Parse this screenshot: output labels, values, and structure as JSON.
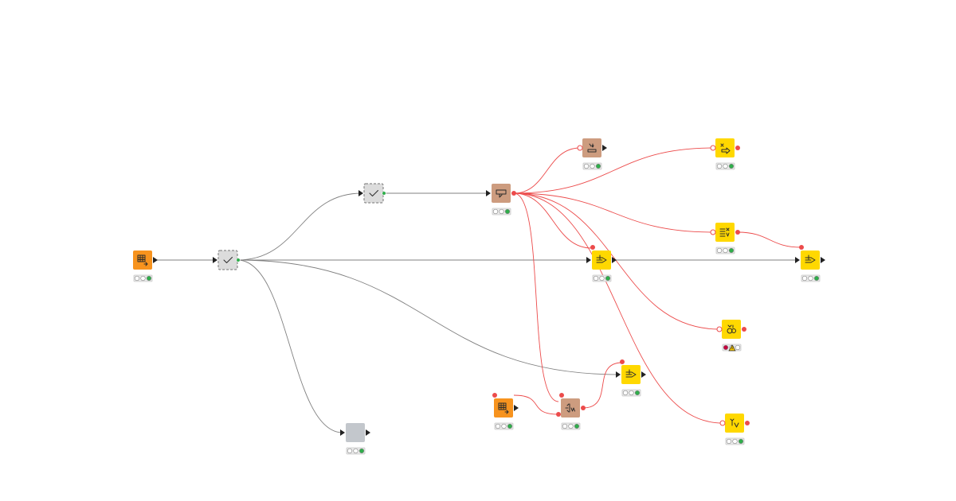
{
  "workflow": {
    "colors": {
      "source": "#f7931e",
      "manipulator": "#cd9c7f",
      "predictor": "#ffd800",
      "metanode": "#dcdcdc",
      "component": "#c3c7cc",
      "data_connection": "#808080",
      "model_connection": "#ec4b4b",
      "status_ok": "#2fae4b",
      "status_error": "#c5003e",
      "warning": "#f3c300"
    },
    "nodes": [
      {
        "id": "source-a",
        "kind": "source",
        "icon": "table-creator-icon",
        "status": "executed"
      },
      {
        "id": "metanode-a",
        "kind": "metanode",
        "icon": "checkmark-icon",
        "status": "none"
      },
      {
        "id": "metanode-b",
        "kind": "metanode",
        "icon": "checkmark-icon",
        "status": "none"
      },
      {
        "id": "component-a",
        "kind": "component",
        "icon": "blank-icon",
        "status": "executed"
      },
      {
        "id": "learner",
        "kind": "manipulator",
        "icon": "learner-icon",
        "status": "executed"
      },
      {
        "id": "writer",
        "kind": "manipulator",
        "icon": "model-writer-icon",
        "status": "executed"
      },
      {
        "id": "predictor-top",
        "kind": "predictor",
        "icon": "arrow-predict-icon",
        "status": "executed"
      },
      {
        "id": "predictor-mid",
        "kind": "predictor",
        "icon": "predict-list-icon",
        "status": "executed"
      },
      {
        "id": "predictor-center",
        "kind": "predictor",
        "icon": "predictor-icon",
        "status": "executed"
      },
      {
        "id": "predictor-right",
        "kind": "predictor",
        "icon": "predictor-icon",
        "status": "executed"
      },
      {
        "id": "predictor-warn",
        "kind": "predictor",
        "icon": "xgb-predict-icon",
        "status": "error-warning"
      },
      {
        "id": "predictor-lower",
        "kind": "predictor",
        "icon": "predictor-icon",
        "status": "executed"
      },
      {
        "id": "source-b",
        "kind": "source",
        "icon": "table-creator-icon",
        "status": "executed"
      },
      {
        "id": "model-combine",
        "kind": "manipulator",
        "icon": "model-combine-icon",
        "status": "executed"
      },
      {
        "id": "predictor-bottom",
        "kind": "predictor",
        "icon": "predict-v-icon",
        "status": "executed"
      }
    ],
    "connections": [
      {
        "from": "source-a",
        "to": "metanode-a",
        "type": "data"
      },
      {
        "from": "metanode-a",
        "to": "metanode-b",
        "type": "data"
      },
      {
        "from": "metanode-a",
        "to": "predictor-center",
        "type": "data"
      },
      {
        "from": "metanode-a",
        "to": "predictor-lower",
        "type": "data"
      },
      {
        "from": "metanode-a",
        "to": "component-a",
        "type": "data"
      },
      {
        "from": "metanode-b",
        "to": "learner",
        "type": "data"
      },
      {
        "from": "predictor-center",
        "to": "predictor-right",
        "type": "data"
      },
      {
        "from": "learner",
        "to": "writer",
        "type": "model"
      },
      {
        "from": "learner",
        "to": "predictor-top",
        "type": "model"
      },
      {
        "from": "learner",
        "to": "predictor-mid",
        "type": "model"
      },
      {
        "from": "learner",
        "to": "predictor-center",
        "type": "model"
      },
      {
        "from": "learner",
        "to": "predictor-warn",
        "type": "model"
      },
      {
        "from": "learner",
        "to": "model-combine",
        "type": "model"
      },
      {
        "from": "learner",
        "to": "predictor-bottom",
        "type": "model"
      },
      {
        "from": "predictor-mid",
        "to": "predictor-right",
        "type": "model"
      },
      {
        "from": "source-b",
        "to": "model-combine",
        "type": "model"
      },
      {
        "from": "model-combine",
        "to": "predictor-lower",
        "type": "model"
      }
    ]
  }
}
